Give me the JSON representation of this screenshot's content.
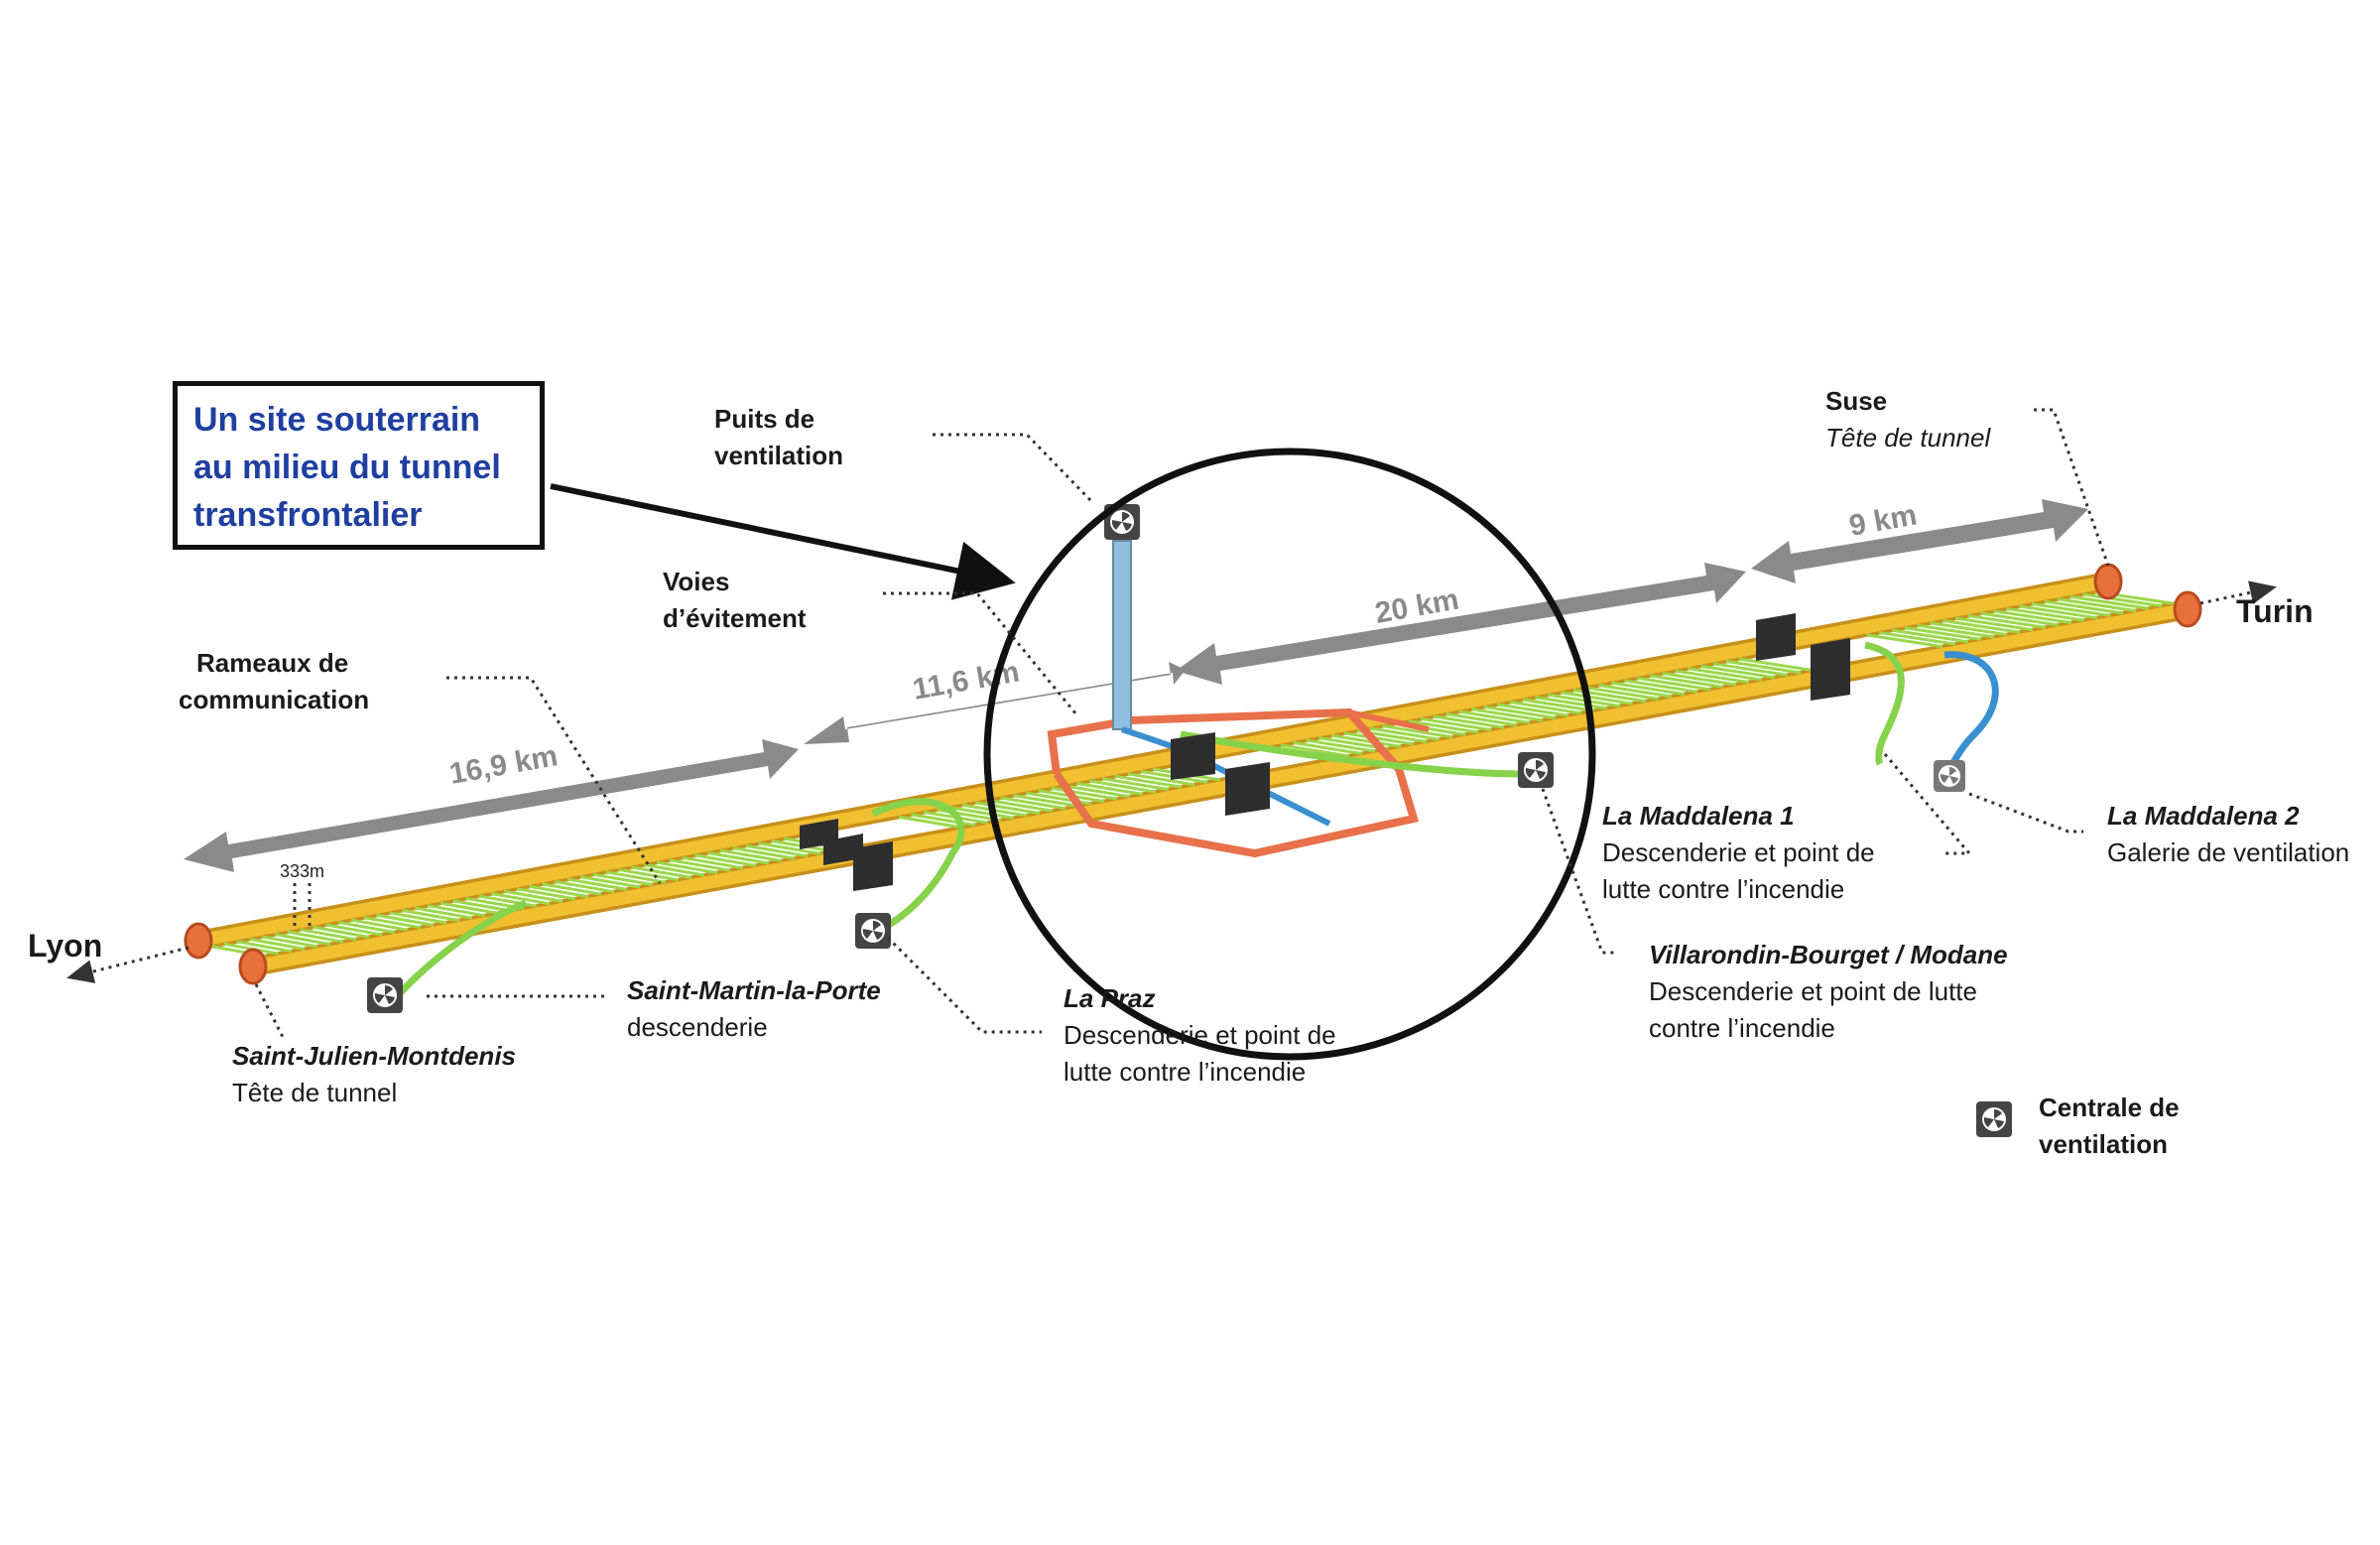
{
  "callout": {
    "lines": [
      "Un site souterrain",
      "au milieu du tunnel",
      "transfrontalier"
    ],
    "text_color": "#1f3fa0"
  },
  "cities": {
    "lyon": "Lyon",
    "turin": "Turin"
  },
  "distances": {
    "d1": "16,9 km",
    "d2": "11,6 km",
    "d3": "20 km",
    "d4": "9 km",
    "spacing": "333m"
  },
  "labels": {
    "puits": [
      "Puits de",
      "ventilation"
    ],
    "voies": [
      "Voies",
      "d’évitement"
    ],
    "rameaux": [
      "Rameaux de",
      "communication"
    ],
    "suse": {
      "name": "Suse",
      "desc": "Tête de tunnel"
    },
    "maddalena1": {
      "name": "La Maddalena 1",
      "desc": [
        "Descenderie et point de",
        "lutte contre l’incendie"
      ]
    },
    "maddalena2": {
      "name": "La Maddalena 2",
      "desc": "Galerie de ventilation"
    },
    "villarondin": {
      "name": "Villarondin-Bourget / Modane",
      "desc": [
        "Descenderie et point de lutte",
        "contre l’incendie"
      ]
    },
    "lapraz": {
      "name": "La Praz",
      "desc": [
        "Descenderie et point de",
        "lutte contre l’incendie"
      ]
    },
    "saintmartin": {
      "name": "Saint-Martin-la-Porte",
      "desc": "descenderie"
    },
    "saintjulien": {
      "name": "Saint-Julien-Montdenis",
      "desc": "Tête de tunnel"
    }
  },
  "legend": {
    "icon": "ventilation-fan-icon",
    "lines": [
      "Centrale de",
      "ventilation"
    ]
  },
  "colors": {
    "tunnel": "#f0c030",
    "tunnel_edge": "#c8901a",
    "rungs": "#9ad84a",
    "portal": "#e8703a",
    "arrow": "#8a8a8a",
    "green_branch": "#86d24a",
    "blue_branch": "#3a8fd0",
    "bypass": "#e8704a",
    "shaft": "#8fbfe0",
    "callout_border": "#111111"
  }
}
